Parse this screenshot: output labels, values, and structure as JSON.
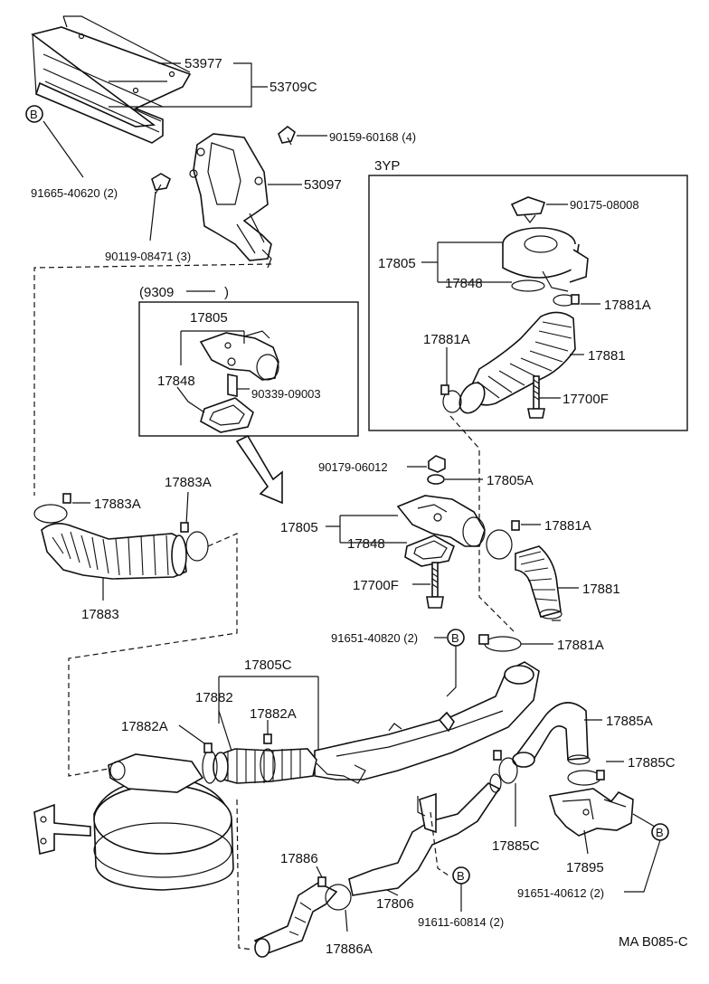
{
  "header_labels": {
    "yp_box_title": "3YP",
    "date_box_title_open": "(9309",
    "date_box_title_close": ")",
    "footer_code": "MA B085-C"
  },
  "bolt_marker": "B",
  "part_numbers": {
    "p53977": "53977",
    "p53709C": "53709C",
    "p91665_40620": "91665-40620 (2)",
    "p90159_60168": "90159-60168 (4)",
    "p53097": "53097",
    "p90119_08471": "90119-08471 (3)",
    "p90175_08008": "90175-08008",
    "p17805_yp": "17805",
    "p17848_yp": "17848",
    "p17881A_yp": "17881A",
    "p17881A_yp_left": "17881A",
    "p17881_yp": "17881",
    "p17700F_yp": "17700F",
    "p17805_box": "17805",
    "p17848_box": "17848",
    "p90339_09003": "90339-09003",
    "p90179_06012": "90179-06012",
    "p17805A": "17805A",
    "p17805_mid": "17805",
    "p17848_mid": "17848",
    "p17700F_mid": "17700F",
    "p17881A_mid": "17881A",
    "p17881_mid": "17881",
    "p17883A_left": "17883A",
    "p17883A_top": "17883A",
    "p17883": "17883",
    "p91651_40820": "91651-40820 (2)",
    "p17881A_low": "17881A",
    "p17805C": "17805C",
    "p17882": "17882",
    "p17882A_mid": "17882A",
    "p17882A_left": "17882A",
    "p17885A": "17885A",
    "p17885C_right": "17885C",
    "p17885C_low": "17885C",
    "p17895": "17895",
    "p91651_40612": "91651-40612 (2)",
    "p17886": "17886",
    "p17806": "17806",
    "p91611_60814": "91611-60814 (2)",
    "p17886A": "17886A"
  }
}
